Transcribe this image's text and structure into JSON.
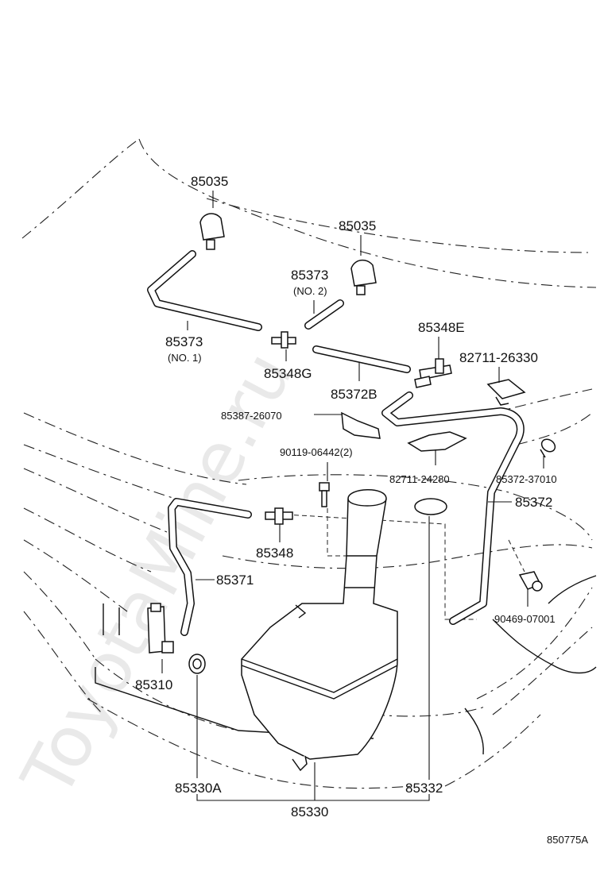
{
  "watermark": "ToyotaMine.ru",
  "diagram_code": "850775A",
  "labels": {
    "nozzle_left": "85035",
    "nozzle_right": "85035",
    "hose_no1_num": "85373",
    "hose_no1_sub": "(NO. 1)",
    "hose_no2_num": "85373",
    "hose_no2_sub": "(NO. 2)",
    "joint_g": "85348G",
    "hose_b": "85372B",
    "joint_e": "85348E",
    "clip_26330": "82711-26330",
    "clamp_26070": "85387-26070",
    "bolt": "90119-06442(2)",
    "clip_24280": "82711-24280",
    "valve_37010": "85372-37010",
    "hose_85372": "85372",
    "joint_85348": "85348",
    "hose_85371": "85371",
    "clip_07001": "90469-07001",
    "pump": "85310",
    "grommet": "85330A",
    "cap": "85332",
    "tank": "85330"
  }
}
